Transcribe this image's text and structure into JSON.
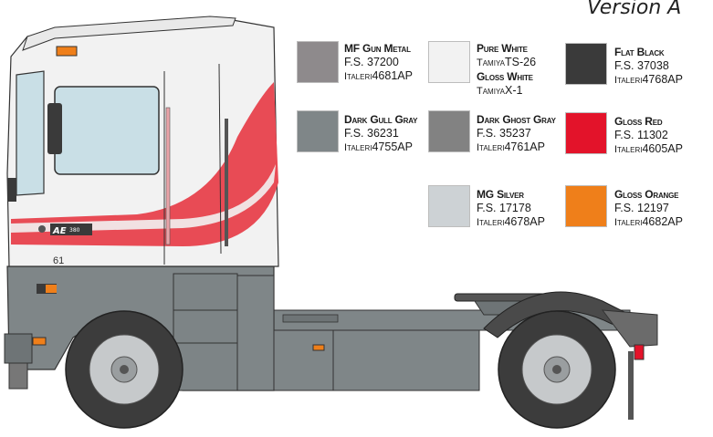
{
  "version": "Version A",
  "colors": {
    "mf_gun_metal": {
      "name": "MF Gun Metal",
      "fs": "F.S. 37200",
      "brand": "Italeri",
      "code": "4681AP",
      "hex": "#8e8a8c"
    },
    "pure_white": {
      "name": "Pure White",
      "brand1": "Tamiya",
      "code1": "TS-26",
      "name2": "Gloss White",
      "brand2": "Tamiya",
      "code2": "X-1",
      "hex": "#f2f2f2"
    },
    "flat_black": {
      "name": "Flat Black",
      "fs": "F.S. 37038",
      "brand": "Italeri",
      "code": "4768AP",
      "hex": "#3a3a3a"
    },
    "dark_gull_gray": {
      "name": "Dark Gull Gray",
      "fs": "F.S. 36231",
      "brand": "Italeri",
      "code": "4755AP",
      "hex": "#7f8688"
    },
    "dark_ghost_gray": {
      "name": "Dark Ghost Gray",
      "fs": "F.S. 35237",
      "brand": "Italeri",
      "code": "4761AP",
      "hex": "#828282"
    },
    "gloss_red": {
      "name": "Gloss Red",
      "fs": "F.S. 11302",
      "brand": "Italeri",
      "code": "4605AP",
      "hex": "#e3132a"
    },
    "mg_silver": {
      "name": "MG Silver",
      "fs": "F.S. 17178",
      "brand": "Italeri",
      "code": "4678AP",
      "hex": "#cdd2d5"
    },
    "gloss_orange": {
      "name": "Gloss Orange",
      "fs": "F.S. 12197",
      "brand": "Italeri",
      "code": "4682AP",
      "hex": "#ef7f1a"
    }
  },
  "truck": {
    "cab_number": "61",
    "badge_text": "AE",
    "badge_number": "380"
  }
}
